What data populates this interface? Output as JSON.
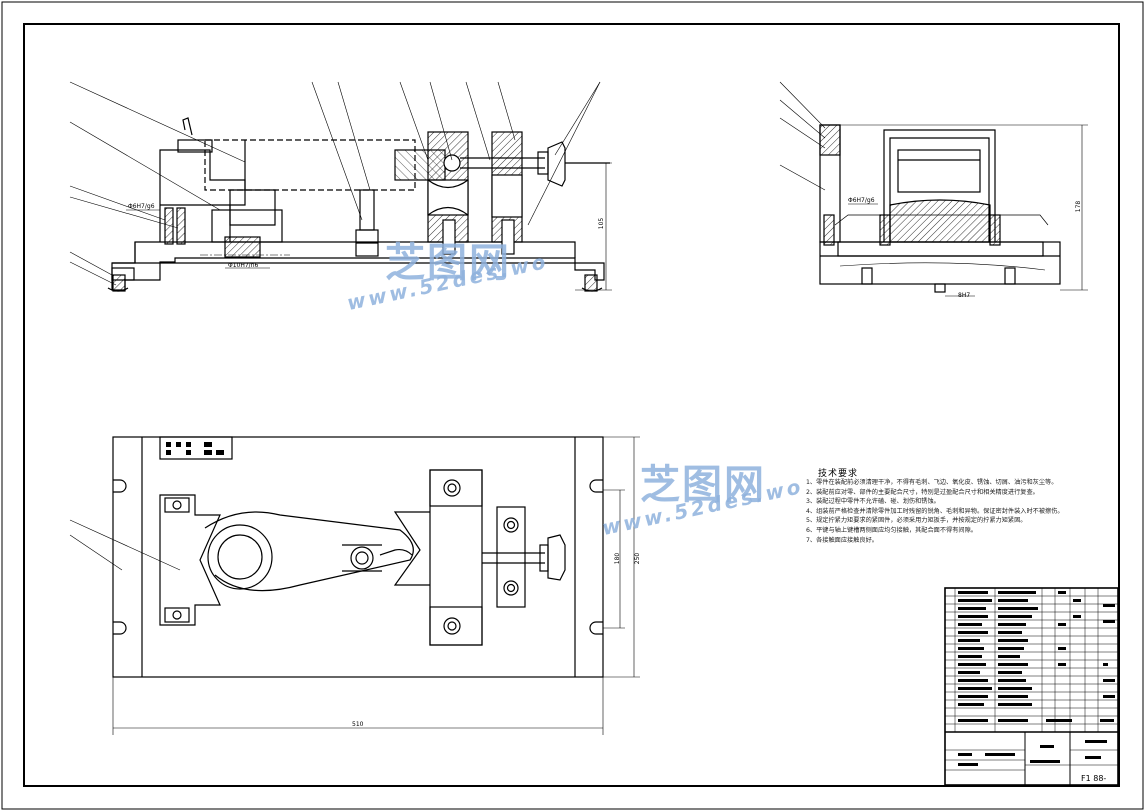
{
  "technical_requirements": {
    "title": "技术要求",
    "items": [
      "1、零件在装配前必须清理干净，不得有毛刺、飞边、氧化皮、锈蚀、切屑、油污和灰尘等。",
      "2、装配前应对零、部件的主要配合尺寸，特别是过盈配合尺寸和相关精度进行复查。",
      "3、装配过程中零件不允许磕、碰、划伤和锈蚀。",
      "4、组装前严格检查并清除零件加工时残留的锐角、毛刺和异物。保证密封件装入时不被擦伤。",
      "5、规定拧紧力矩要求的紧固件，必须采用力矩扳手，并按规定的拧紧力矩紧固。",
      "6、平键与轴上键槽两侧面应均匀接触，其配合面不得有间隙。",
      "7、各接触面应接触良好。"
    ]
  },
  "watermark": {
    "brand": "芝图网",
    "url": "www.52des.wo"
  },
  "dimensions": {
    "front_fit_left": "Φ6H7/g6",
    "front_fit_bottom": "Φ10H7/n6",
    "front_height": "105",
    "side_fit": "Φ6H7/g6",
    "side_height": "178",
    "side_key": "8H7",
    "top_width": "510",
    "top_height_outer": "250",
    "top_height_inner": "180"
  },
  "title_block": {
    "drawing_code": "F1 88-"
  },
  "colors": {
    "line": "#000000",
    "watermark": "#8fb2dd",
    "hatch": "#000000"
  }
}
